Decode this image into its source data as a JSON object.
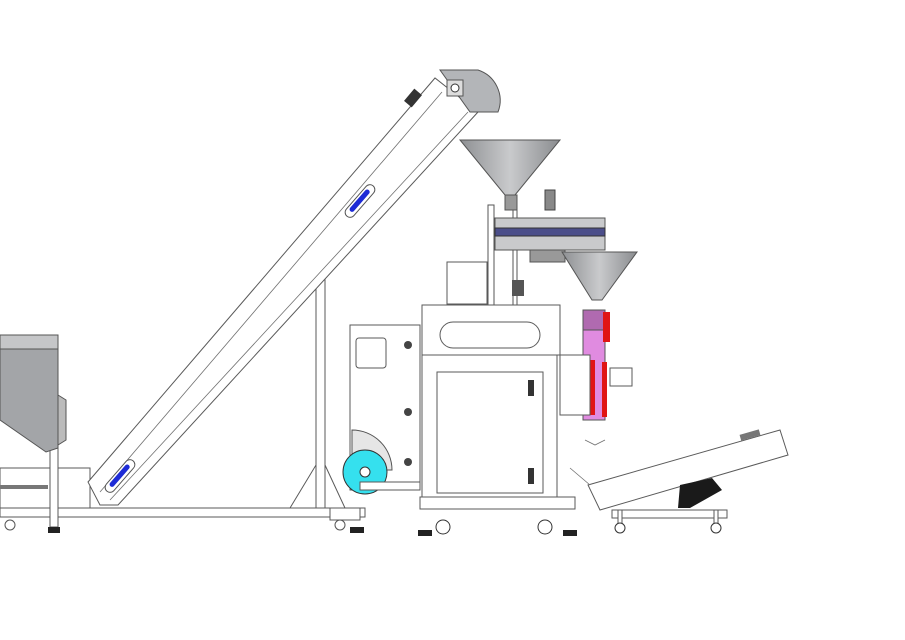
{
  "drawing": {
    "colors": {
      "outline": "#5a5a5a",
      "metal_gray": "#a7a9ac",
      "dark_metal": "#6d6f72",
      "slot_blue": "#1d2bd6",
      "wheel_cyan": "#35e0ee",
      "tube_pink": "#e08be0",
      "heater_red": "#e01515",
      "plate_black": "#1a1a1a"
    },
    "components": [
      "feed-hopper",
      "incline-bucket-conveyor",
      "cup-filler",
      "vertical-form-fill-seal-machine",
      "film-roll",
      "output-conveyor"
    ]
  }
}
